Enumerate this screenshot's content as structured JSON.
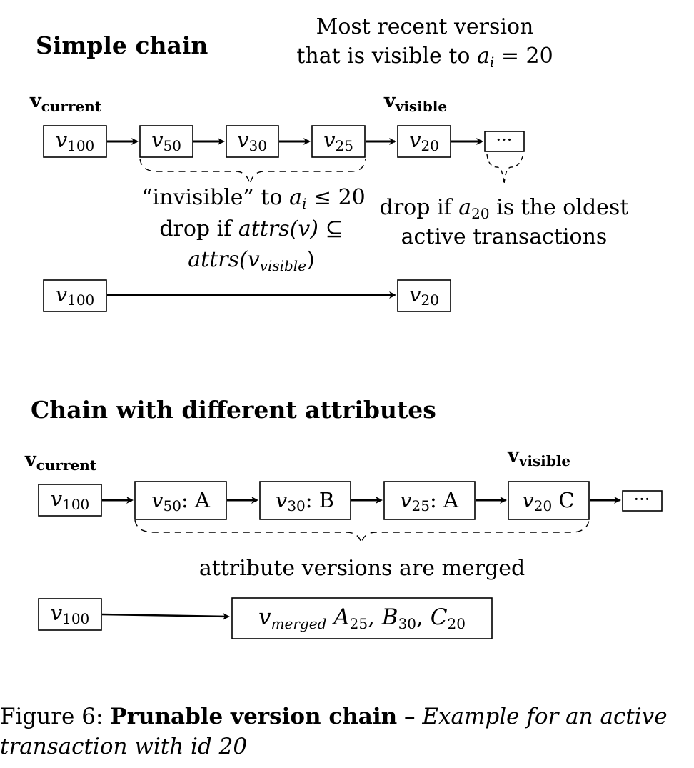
{
  "simple": {
    "title": "Simple chain",
    "annotation_line1": "Most recent version",
    "annotation_line2_prefix": "that is visible to ",
    "annotation_var": "a",
    "annotation_var_sub": "i",
    "annotation_rel": " = 20",
    "label_current_main": "v",
    "label_current_sub": "current",
    "label_visible_main": "v",
    "label_visible_sub": "visible",
    "chain": [
      {
        "main": "v",
        "sub": "100"
      },
      {
        "main": "v",
        "sub": "50"
      },
      {
        "main": "v",
        "sub": "30"
      },
      {
        "main": "v",
        "sub": "25"
      },
      {
        "main": "v",
        "sub": "20"
      },
      {
        "main": "···",
        "sub": ""
      }
    ],
    "invisible_line1_prefix": "“invisible” to ",
    "invisible_var": "a",
    "invisible_var_sub": "i",
    "invisible_rel": " ≤ 20",
    "invisible_line2_prefix": "drop if ",
    "invisible_line2_expr": "attrs(v)",
    "invisible_line2_rel": "  ⊆",
    "invisible_line3_expr": "attrs(v",
    "invisible_line3_sub": "visible",
    "invisible_line3_close": ")",
    "oldest_line1_prefix": "drop if ",
    "oldest_var": "a",
    "oldest_var_sub": "20",
    "oldest_line1_suffix": " is the oldest",
    "oldest_line2": "active transactions",
    "pruned": [
      {
        "main": "v",
        "sub": "100"
      },
      {
        "main": "v",
        "sub": "20"
      }
    ]
  },
  "attrs": {
    "title": "Chain with different attributes",
    "label_current_main": "v",
    "label_current_sub": "current",
    "label_visible_main": "v",
    "label_visible_sub": "visible",
    "chain": [
      {
        "main": "v",
        "sub": "100",
        "attr": ""
      },
      {
        "main": "v",
        "sub": "50",
        "attr": ":  A"
      },
      {
        "main": "v",
        "sub": "30",
        "attr": ":  B"
      },
      {
        "main": "v",
        "sub": "25",
        "attr": ":  A"
      },
      {
        "main": "v",
        "sub": "20",
        "attr": "  C"
      },
      {
        "main": "···",
        "sub": "",
        "attr": ""
      }
    ],
    "merged_note": "attribute versions are merged",
    "pruned_first": {
      "main": "v",
      "sub": "100"
    },
    "merged": {
      "main": "v",
      "sub": "merged",
      "a": "A",
      "a_sub": "25",
      "b": "B",
      "b_sub": "30",
      "c": "C",
      "c_sub": "20"
    }
  },
  "caption": {
    "prefix": "Figure 6:  ",
    "bold": "Prunable version chain",
    "dash": " – ",
    "italic_line1": "Example for an active",
    "italic_line2": "transaction with id 20"
  }
}
